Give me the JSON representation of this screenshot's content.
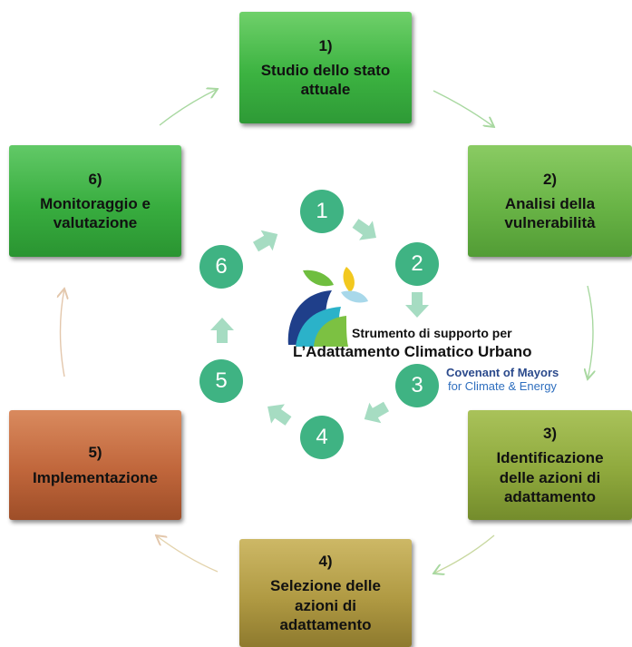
{
  "steps": [
    {
      "num": "1)",
      "label": "Studio dello stato\nattuale"
    },
    {
      "num": "2)",
      "label": "Analisi della\nvulnerabilità"
    },
    {
      "num": "3)",
      "label": "Identificazione\ndelle azioni di\nadattamento"
    },
    {
      "num": "4)",
      "label": "Selezione delle\nazioni di\nadattamento"
    },
    {
      "num": "5)",
      "label": "Implementazione"
    },
    {
      "num": "6)",
      "label": "Monitoraggio e\nvalutazione"
    }
  ],
  "circles": [
    "1",
    "2",
    "3",
    "4",
    "5",
    "6"
  ],
  "center": {
    "tool_line1": "Strumento di supporto per",
    "tool_line2": "L’Adattamento Climatico Urbano",
    "com_line1": "Covenant of Mayors",
    "com_line2": "for Climate & Energy"
  },
  "colors": {
    "circle": "#3fb383",
    "inner_arrow": "#a6dcc2",
    "outer_arrow": "#a8d8a0"
  }
}
